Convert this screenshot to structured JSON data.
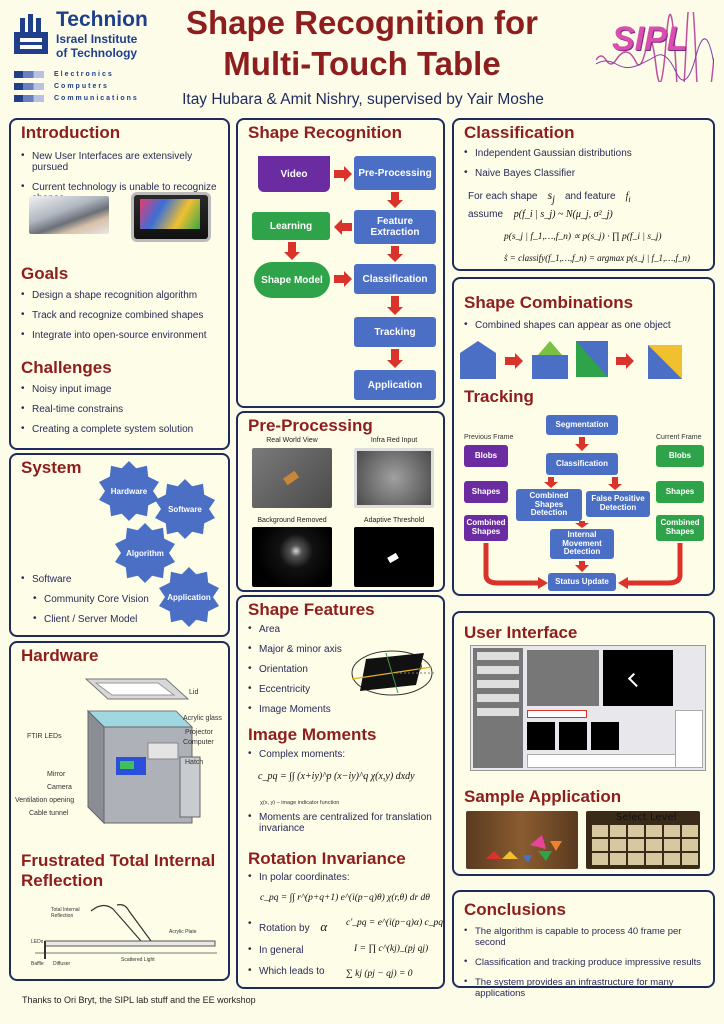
{
  "header": {
    "title_line1": "Shape Recognition for",
    "title_line2": "Multi-Touch Table",
    "authors": "Itay Hubara & Amit Nishry, supervised by Yair Moshe",
    "logo_name": "Technion",
    "logo_sub1": "Israel Institute",
    "logo_sub2": "of Technology",
    "dept1": "Electronics",
    "dept2": "Computers",
    "dept3": "Communications",
    "sipl": "SIPL"
  },
  "introduction": {
    "title": "Introduction",
    "items": [
      "New User Interfaces are extensively pursued",
      "Current technology is unable to recognize shapes"
    ]
  },
  "goals": {
    "title": "Goals",
    "items": [
      "Design a shape recognition algorithm",
      "Track and recognize combined shapes",
      "Integrate into open-source environment"
    ]
  },
  "challenges": {
    "title": "Challenges",
    "items": [
      "Noisy input image",
      "Real-time constrains",
      "Creating a complete system solution"
    ]
  },
  "system": {
    "title": "System",
    "gears": [
      "Hardware",
      "Software",
      "Algorithm",
      "Application"
    ],
    "items": [
      "Software",
      "Community Core Vision",
      "Client / Server Model"
    ]
  },
  "hardware": {
    "title": "Hardware",
    "labels": [
      "Lid",
      "Acrylic glass",
      "Projector",
      "Computer",
      "Hatch",
      "FTIR LEDs",
      "Mirror",
      "Camera",
      "Ventilation opening",
      "Cable tunnel"
    ]
  },
  "ftir": {
    "title_line1": "Frustrated Total Internal",
    "title_line2": "Reflection",
    "labels": [
      "Total Internal Reflection",
      "Acrylic Plate",
      "Scattered Light",
      "LEDs",
      "Baffle",
      "Diffuser"
    ]
  },
  "thanks": "Thanks to Ori Bryt, the SIPL lab stuff and the EE workshop",
  "shape_recognition": {
    "title": "Shape Recognition",
    "boxes": {
      "video": "Video",
      "preproc": "Pre-Processing",
      "learning": "Learning",
      "feature": "Feature Extraction",
      "model": "Shape Model",
      "classification": "Classification",
      "tracking": "Tracking",
      "application": "Application"
    }
  },
  "preprocessing": {
    "title": "Pre-Processing",
    "captions": [
      "Real World View",
      "Infra Red Input",
      "Background Removed",
      "Adaptive Threshold"
    ]
  },
  "shape_features": {
    "title": "Shape Features",
    "items": [
      "Area",
      "Major & minor axis",
      "Orientation",
      "Eccentricity",
      "Image Moments"
    ],
    "theta": "θ"
  },
  "image_moments": {
    "title": "Image Moments",
    "items": [
      "Complex moments:",
      "Moments are centralized for translation invariance"
    ],
    "formula": "c_pq = ∫∫ (x+iy)^p (x−iy)^q χ(x,y) dxdy",
    "note": "χ(x, y) – image indicator function"
  },
  "rotation": {
    "title": "Rotation Invariance",
    "items": [
      "In polar coordinates:",
      "Rotation by",
      "In general",
      "Which leads to"
    ],
    "f1": "c_pq = ∫∫ r^(p+q+1) e^(i(p−q)θ) χ(r,θ) dr dθ",
    "alpha": "α",
    "f2": "c′_pq = e^(i(p−q)α) c_pq",
    "f3": "I = ∏ c^(kj)_(pj qj)",
    "f4": "∑ kj (pj − qj) = 0"
  },
  "classification": {
    "title": "Classification",
    "items": [
      "Independent Gaussian distributions",
      "Naive Bayes Classifier"
    ],
    "line1": "For each shape",
    "line1b": "and feature",
    "line2": "assume",
    "f_assume": "p(f_i | s_j) ~ N(μ_j, σ²_j)",
    "f_bayes": "p(s_j | f_1,…,f_n) ∝ p(s_j) · ∏ p(f_i | s_j)",
    "f_argmax": "ŝ = classify(f_1,…,f_n) = argmax p(s_j | f_1,…,f_n)"
  },
  "shape_combinations": {
    "title": "Shape Combinations",
    "items": [
      "Combined shapes can appear as one object"
    ]
  },
  "tracking": {
    "title": "Tracking",
    "prev": "Previous Frame",
    "curr": "Current Frame",
    "boxes": {
      "segmentation": "Segmentation",
      "classification": "Classification",
      "blobs_l": "Blobs",
      "shapes_l": "Shapes",
      "combined_l": "Combined Shapes",
      "blobs_r": "Blobs",
      "shapes_r": "Shapes",
      "combined_r": "Combined Shapes",
      "csd": "Combined Shapes Detection",
      "fpd": "False Positive Detection",
      "imd": "Internal Movement Detection",
      "status": "Status Update"
    }
  },
  "user_interface": {
    "title": "User Interface"
  },
  "sample_application": {
    "title": "Sample Application",
    "select_level": "Select Level"
  },
  "conclusions": {
    "title": "Conclusions",
    "items": [
      "The algorithm is capable to process 40 frame per second",
      "Classification and tracking produce impressive results",
      "The system provides an infrastructure for many applications"
    ]
  },
  "colors": {
    "title": "#8e1e1e",
    "border": "#1f2a5e",
    "box_blue": "#4a6fc4",
    "box_purple": "#6a2ca0",
    "box_green": "#2fa34a",
    "arrow_red": "#d9332b"
  }
}
